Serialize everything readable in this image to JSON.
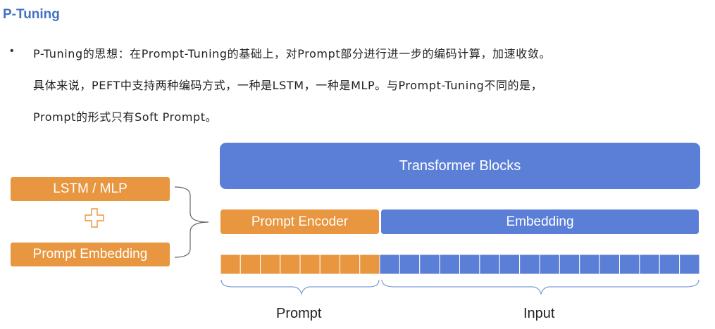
{
  "heading": "P-Tuning",
  "bullet": "•",
  "paragraph": {
    "line1": "P-Tuning的思想：在Prompt-Tuning的基础上，对Prompt部分进行进一步的编码计算，加速收敛。",
    "line2": "具体来说，PEFT中支持两种编码方式，一种是LSTM，一种是MLP。与Prompt-Tuning不同的是，",
    "line3": "Prompt的形式只有Soft Prompt。"
  },
  "diagram": {
    "transformer_label": "Transformer Blocks",
    "encoder_label": "Prompt Encoder",
    "embedding_label": "Embedding",
    "lstm_label": "LSTM / MLP",
    "prompt_embedding_label": "Prompt Embedding",
    "prompt_caption": "Prompt",
    "input_caption": "Input",
    "prompt_token_count": 8,
    "input_token_count": 16,
    "colors": {
      "orange": "#e8963f",
      "blue": "#5b7fd6",
      "title_blue": "#4472c4"
    }
  }
}
